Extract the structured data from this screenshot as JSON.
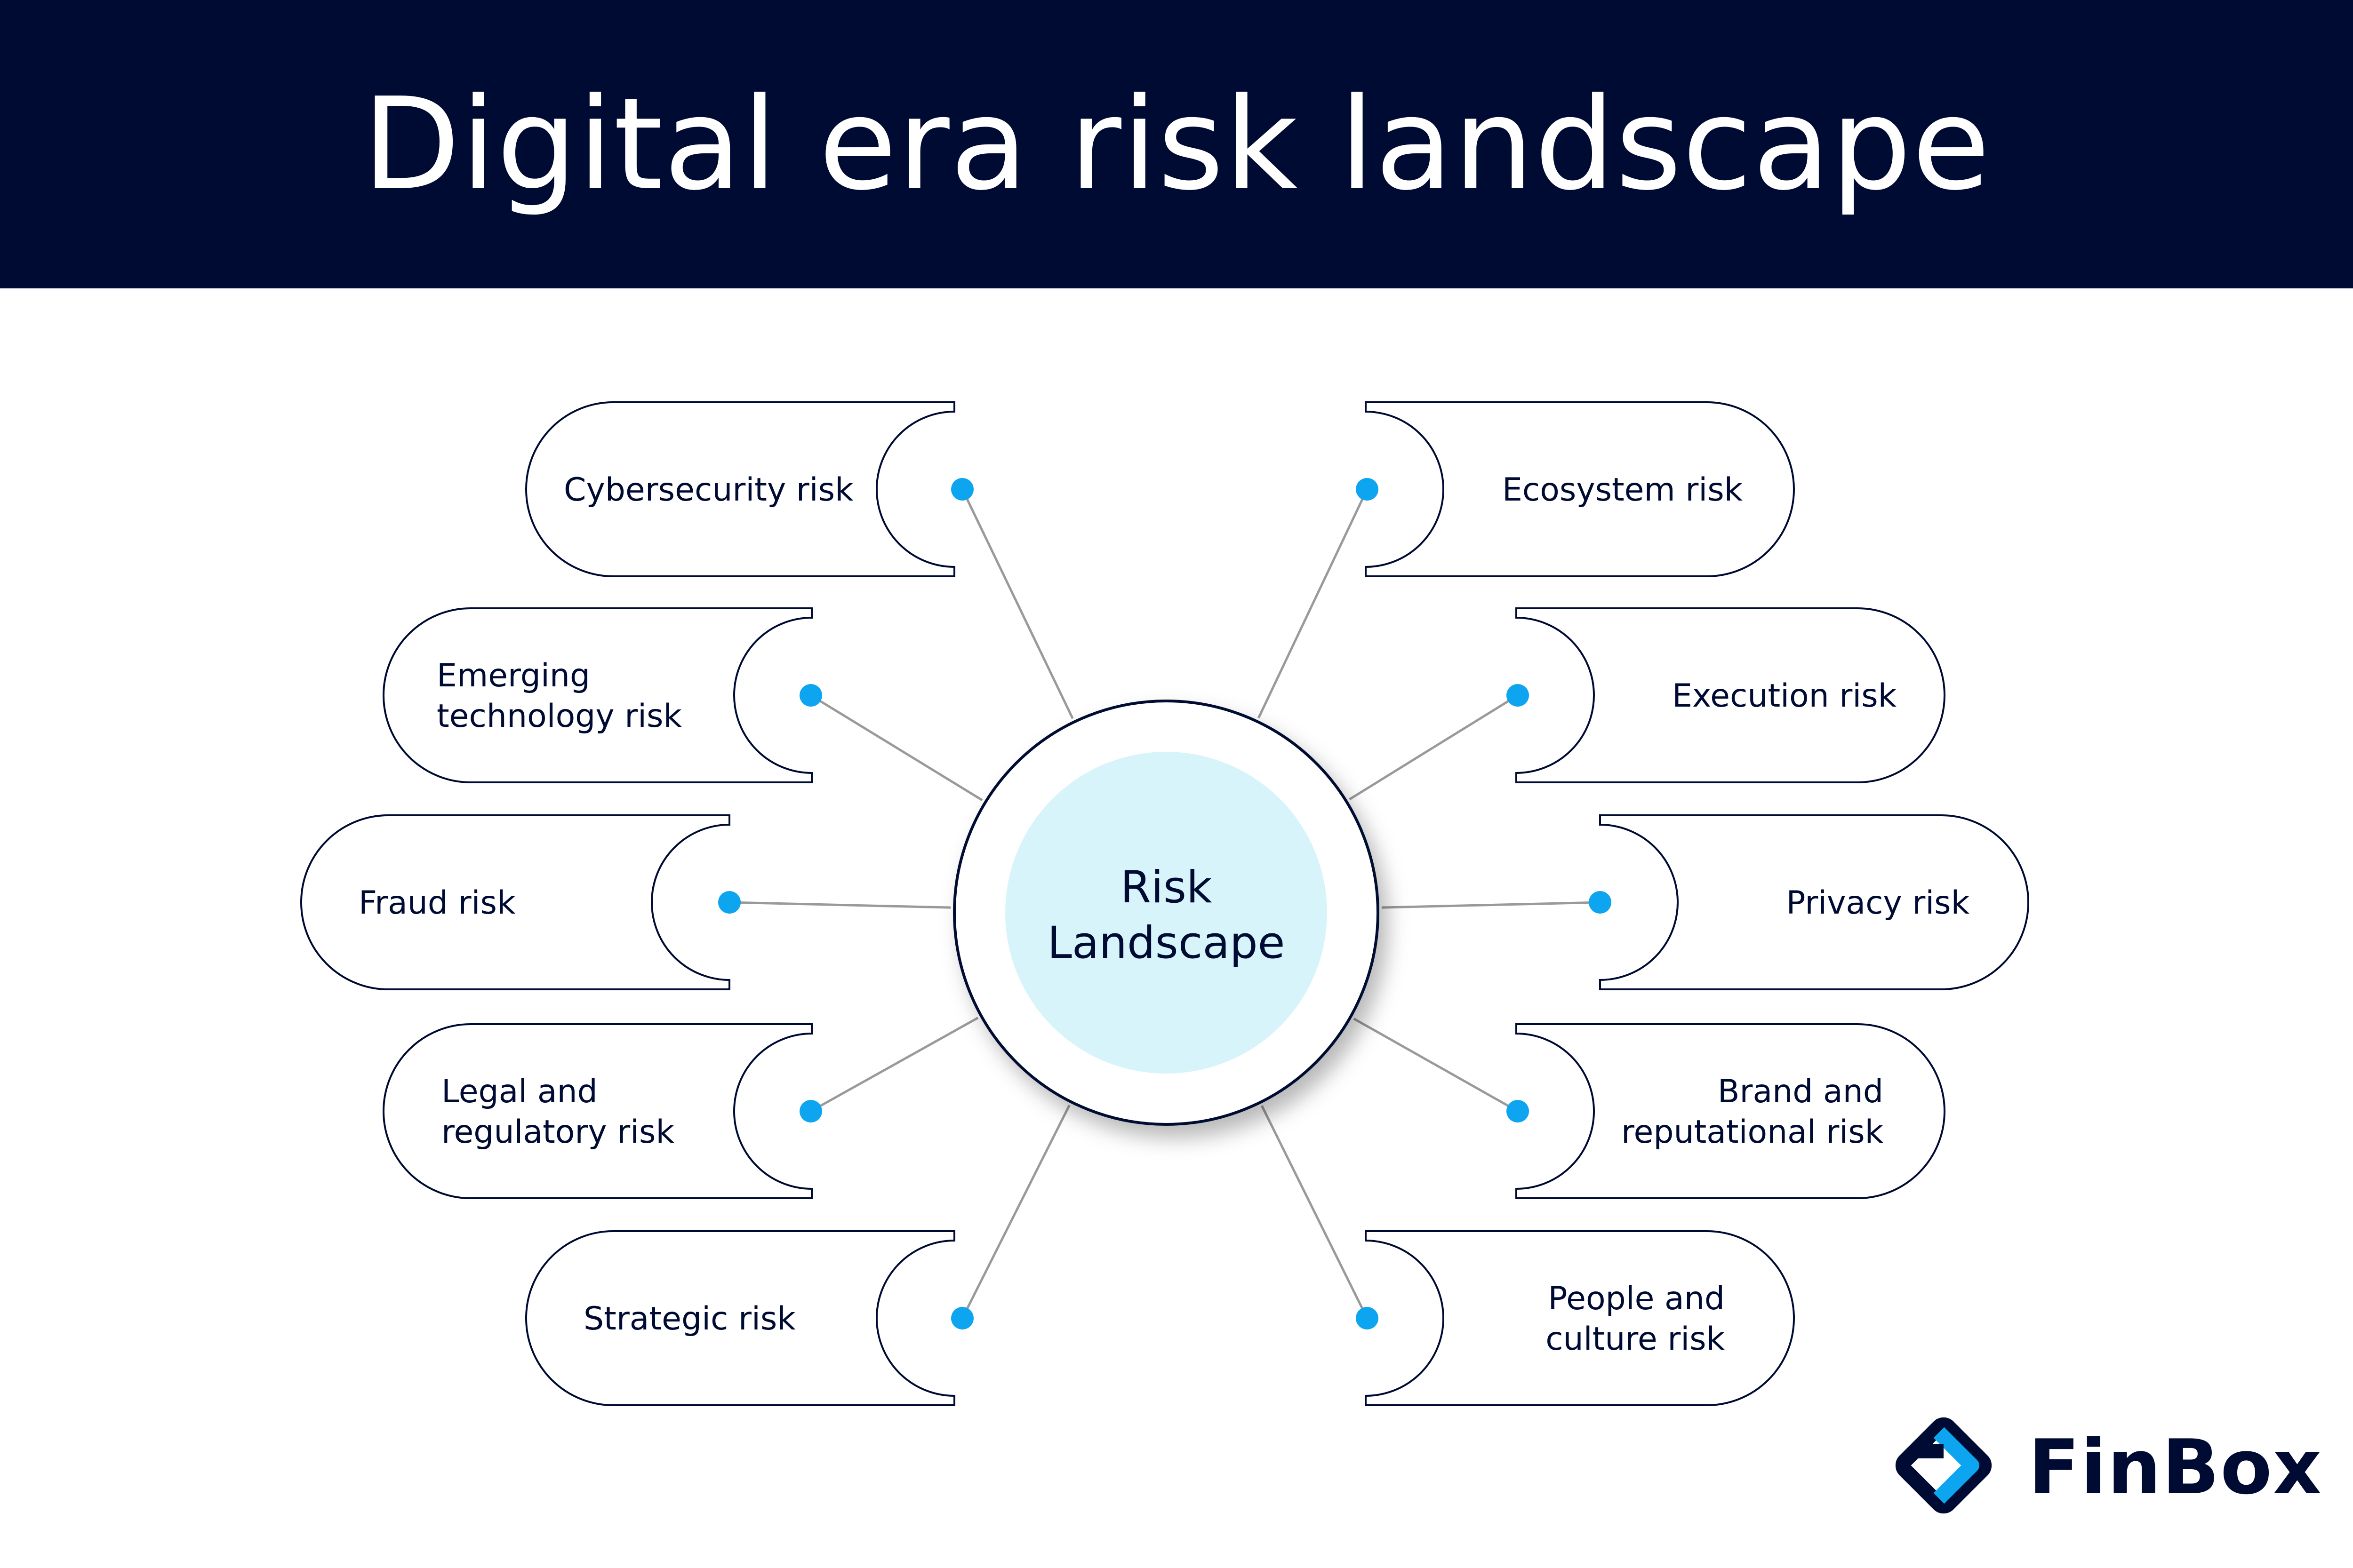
{
  "title": "Digital era risk landscape",
  "center": {
    "lines": [
      "Risk",
      "Landscape"
    ]
  },
  "nodes": {
    "left": [
      {
        "id": "cybersecurity",
        "lines": [
          "Cybersecurity risk"
        ]
      },
      {
        "id": "emerging-technology",
        "lines": [
          "Emerging",
          "technology risk"
        ]
      },
      {
        "id": "fraud",
        "lines": [
          "Fraud risk"
        ]
      },
      {
        "id": "legal-regulatory",
        "lines": [
          "Legal and",
          "regulatory risk"
        ]
      },
      {
        "id": "strategic",
        "lines": [
          "Strategic risk"
        ]
      }
    ],
    "right": [
      {
        "id": "ecosystem",
        "lines": [
          "Ecosystem risk"
        ]
      },
      {
        "id": "execution",
        "lines": [
          "Execution risk"
        ]
      },
      {
        "id": "privacy",
        "lines": [
          "Privacy risk"
        ]
      },
      {
        "id": "brand-reputational",
        "lines": [
          "Brand and",
          "reputational risk"
        ]
      },
      {
        "id": "people-culture",
        "lines": [
          "People and",
          "culture risk"
        ]
      }
    ]
  },
  "brand": {
    "name": "FinBox"
  },
  "colors": {
    "navy": "#000b33",
    "dot": "#0ea5f0",
    "center_fill": "#d8f4fb",
    "connector": "#9a9a9a"
  },
  "icons": {
    "logo": "finbox-logo-icon"
  }
}
